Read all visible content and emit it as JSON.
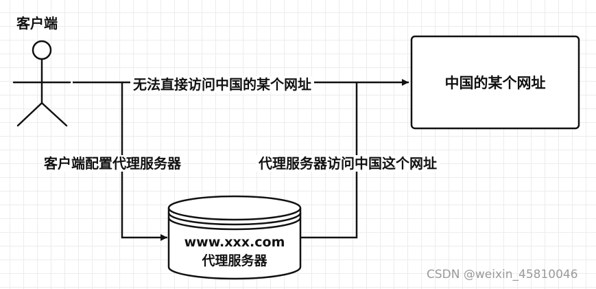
{
  "actor": {
    "label": "客户端",
    "icon": "stick-figure-user-icon"
  },
  "target": {
    "label": "中国的某个网址"
  },
  "proxy": {
    "url": "www.xxx.com",
    "label": "代理服务器",
    "icon": "database-cylinder-icon"
  },
  "edges": {
    "direct": "无法直接访问中国的某个网址",
    "client_to_proxy": "客户端配置代理服务器",
    "proxy_to_target": "代理服务器访问中国这个网址"
  },
  "watermark": "CSDN @weixin_45810046",
  "colors": {
    "stroke": "#111111",
    "grid": "#ececec",
    "watermark": "#9a9a9a"
  }
}
